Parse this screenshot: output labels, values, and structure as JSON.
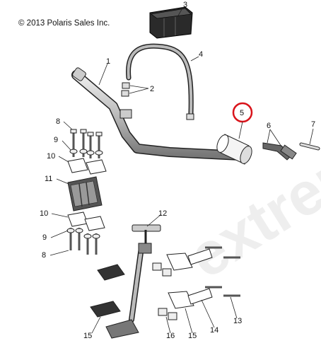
{
  "copyright": "© 2013 Polaris Sales Inc.",
  "watermark": "extreme",
  "highlight_color": "#d9141b",
  "callouts": {
    "c1": "1",
    "c2": "2",
    "c3": "3",
    "c4": "4",
    "c5": "5",
    "c6": "6",
    "c7": "7",
    "c8a": "8",
    "c8b": "8",
    "c9a": "9",
    "c9b": "9",
    "c10a": "10",
    "c10b": "10",
    "c11": "11",
    "c12": "12",
    "c13": "13",
    "c14": "14",
    "c15a": "15",
    "c15b": "15",
    "c16": "16"
  },
  "highlighted_callout": "5"
}
